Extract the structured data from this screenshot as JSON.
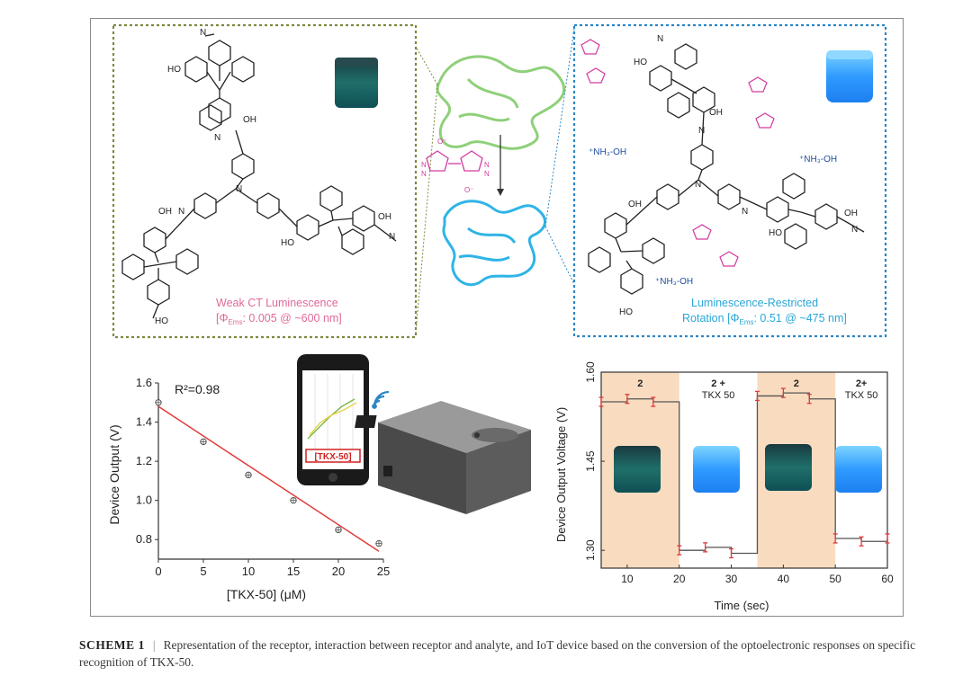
{
  "molecule_left": {
    "labels": [
      "HO",
      "OH",
      "OH",
      "N",
      "HO",
      "OH",
      "N",
      "HO",
      "N",
      "N",
      "N"
    ],
    "annotation_line1": "Weak CT Luminescence",
    "annotation_line2_prefix": "[Φ",
    "annotation_line2_sub": "Ems",
    "annotation_line2_suffix": ": 0.005 @ ~600 nm]"
  },
  "molecule_right": {
    "labels": [
      "HO",
      "OH",
      "OH",
      "HO",
      "OH",
      "HO",
      "N",
      "N",
      "N",
      "N",
      "N"
    ],
    "ammonium": [
      "⁺NH₃-OH",
      "⁺NH₃-OH",
      "⁺NH₃-OH"
    ],
    "annotation_line1": "Luminescence-Restricted",
    "annotation_line2_prefix": "Rotation [Φ",
    "annotation_line2_sub": "Ems",
    "annotation_line2_suffix": ": 0.51 @ ~475 nm]"
  },
  "analyte_labels": [
    "O⁻",
    "N",
    "N",
    "N",
    "N",
    "O⁻"
  ],
  "colors": {
    "left_box": "#7d8a3f",
    "right_box": "#2b86c5",
    "pink": "#e06a9a",
    "cyan": "#2aa6d6",
    "green_coil": "#8fd07a",
    "blue_coil": "#2fb4e6",
    "fit_line": "#e03a3a",
    "shade": "#f9dcc0",
    "step": "#e03a3a",
    "magenta": "#d33aa0"
  },
  "phone": {
    "label": "[TKX-50]"
  },
  "chart_data": [
    {
      "type": "scatter",
      "title": "",
      "annotation": "R²=0.98",
      "xlabel": "[TKX-50] (μM)",
      "ylabel": "Device Output (V)",
      "xlim": [
        0,
        25
      ],
      "ylim": [
        0.7,
        1.6
      ],
      "xticks": [
        "0",
        "5",
        "10",
        "15",
        "20",
        "25"
      ],
      "yticks": [
        "0.8",
        "1.0",
        "1.2",
        "1.4",
        "1.6"
      ],
      "x": [
        0,
        5,
        10,
        15,
        20,
        24.5
      ],
      "y": [
        1.5,
        1.3,
        1.13,
        1.0,
        0.85,
        0.78
      ],
      "fit": {
        "x": [
          0,
          24.5
        ],
        "y": [
          1.48,
          0.74
        ]
      }
    },
    {
      "type": "line",
      "title": "",
      "xlabel": "Time (sec)",
      "ylabel": "Device Output Voltage (V)",
      "xlim": [
        5,
        60
      ],
      "ylim": [
        1.27,
        1.6
      ],
      "xticks": [
        "10",
        "20",
        "30",
        "40",
        "50",
        "60"
      ],
      "yticks": [
        "1.30",
        "1.45",
        "1.60"
      ],
      "segments": [
        {
          "label": "2",
          "x": [
            5,
            20
          ],
          "shaded": true
        },
        {
          "label": "2 +\nTKX 50",
          "x": [
            20,
            35
          ],
          "shaded": false
        },
        {
          "label": "2",
          "x": [
            35,
            50
          ],
          "shaded": true
        },
        {
          "label": "2+\nTKX 50",
          "x": [
            50,
            60
          ],
          "shaded": false
        }
      ],
      "step_x": [
        5,
        10,
        15,
        20,
        25,
        30,
        35,
        40,
        45,
        50,
        55,
        60
      ],
      "step_y": [
        1.55,
        1.555,
        1.55,
        1.3,
        1.305,
        1.295,
        1.56,
        1.565,
        1.555,
        1.32,
        1.315,
        1.32
      ]
    }
  ],
  "caption": {
    "label": "SCHEME 1",
    "separator": "|",
    "text": "Representation of the receptor, interaction between receptor and analyte, and IoT device based on the conversion of the optoelectronic responses on specific recognition of TKX-50."
  }
}
